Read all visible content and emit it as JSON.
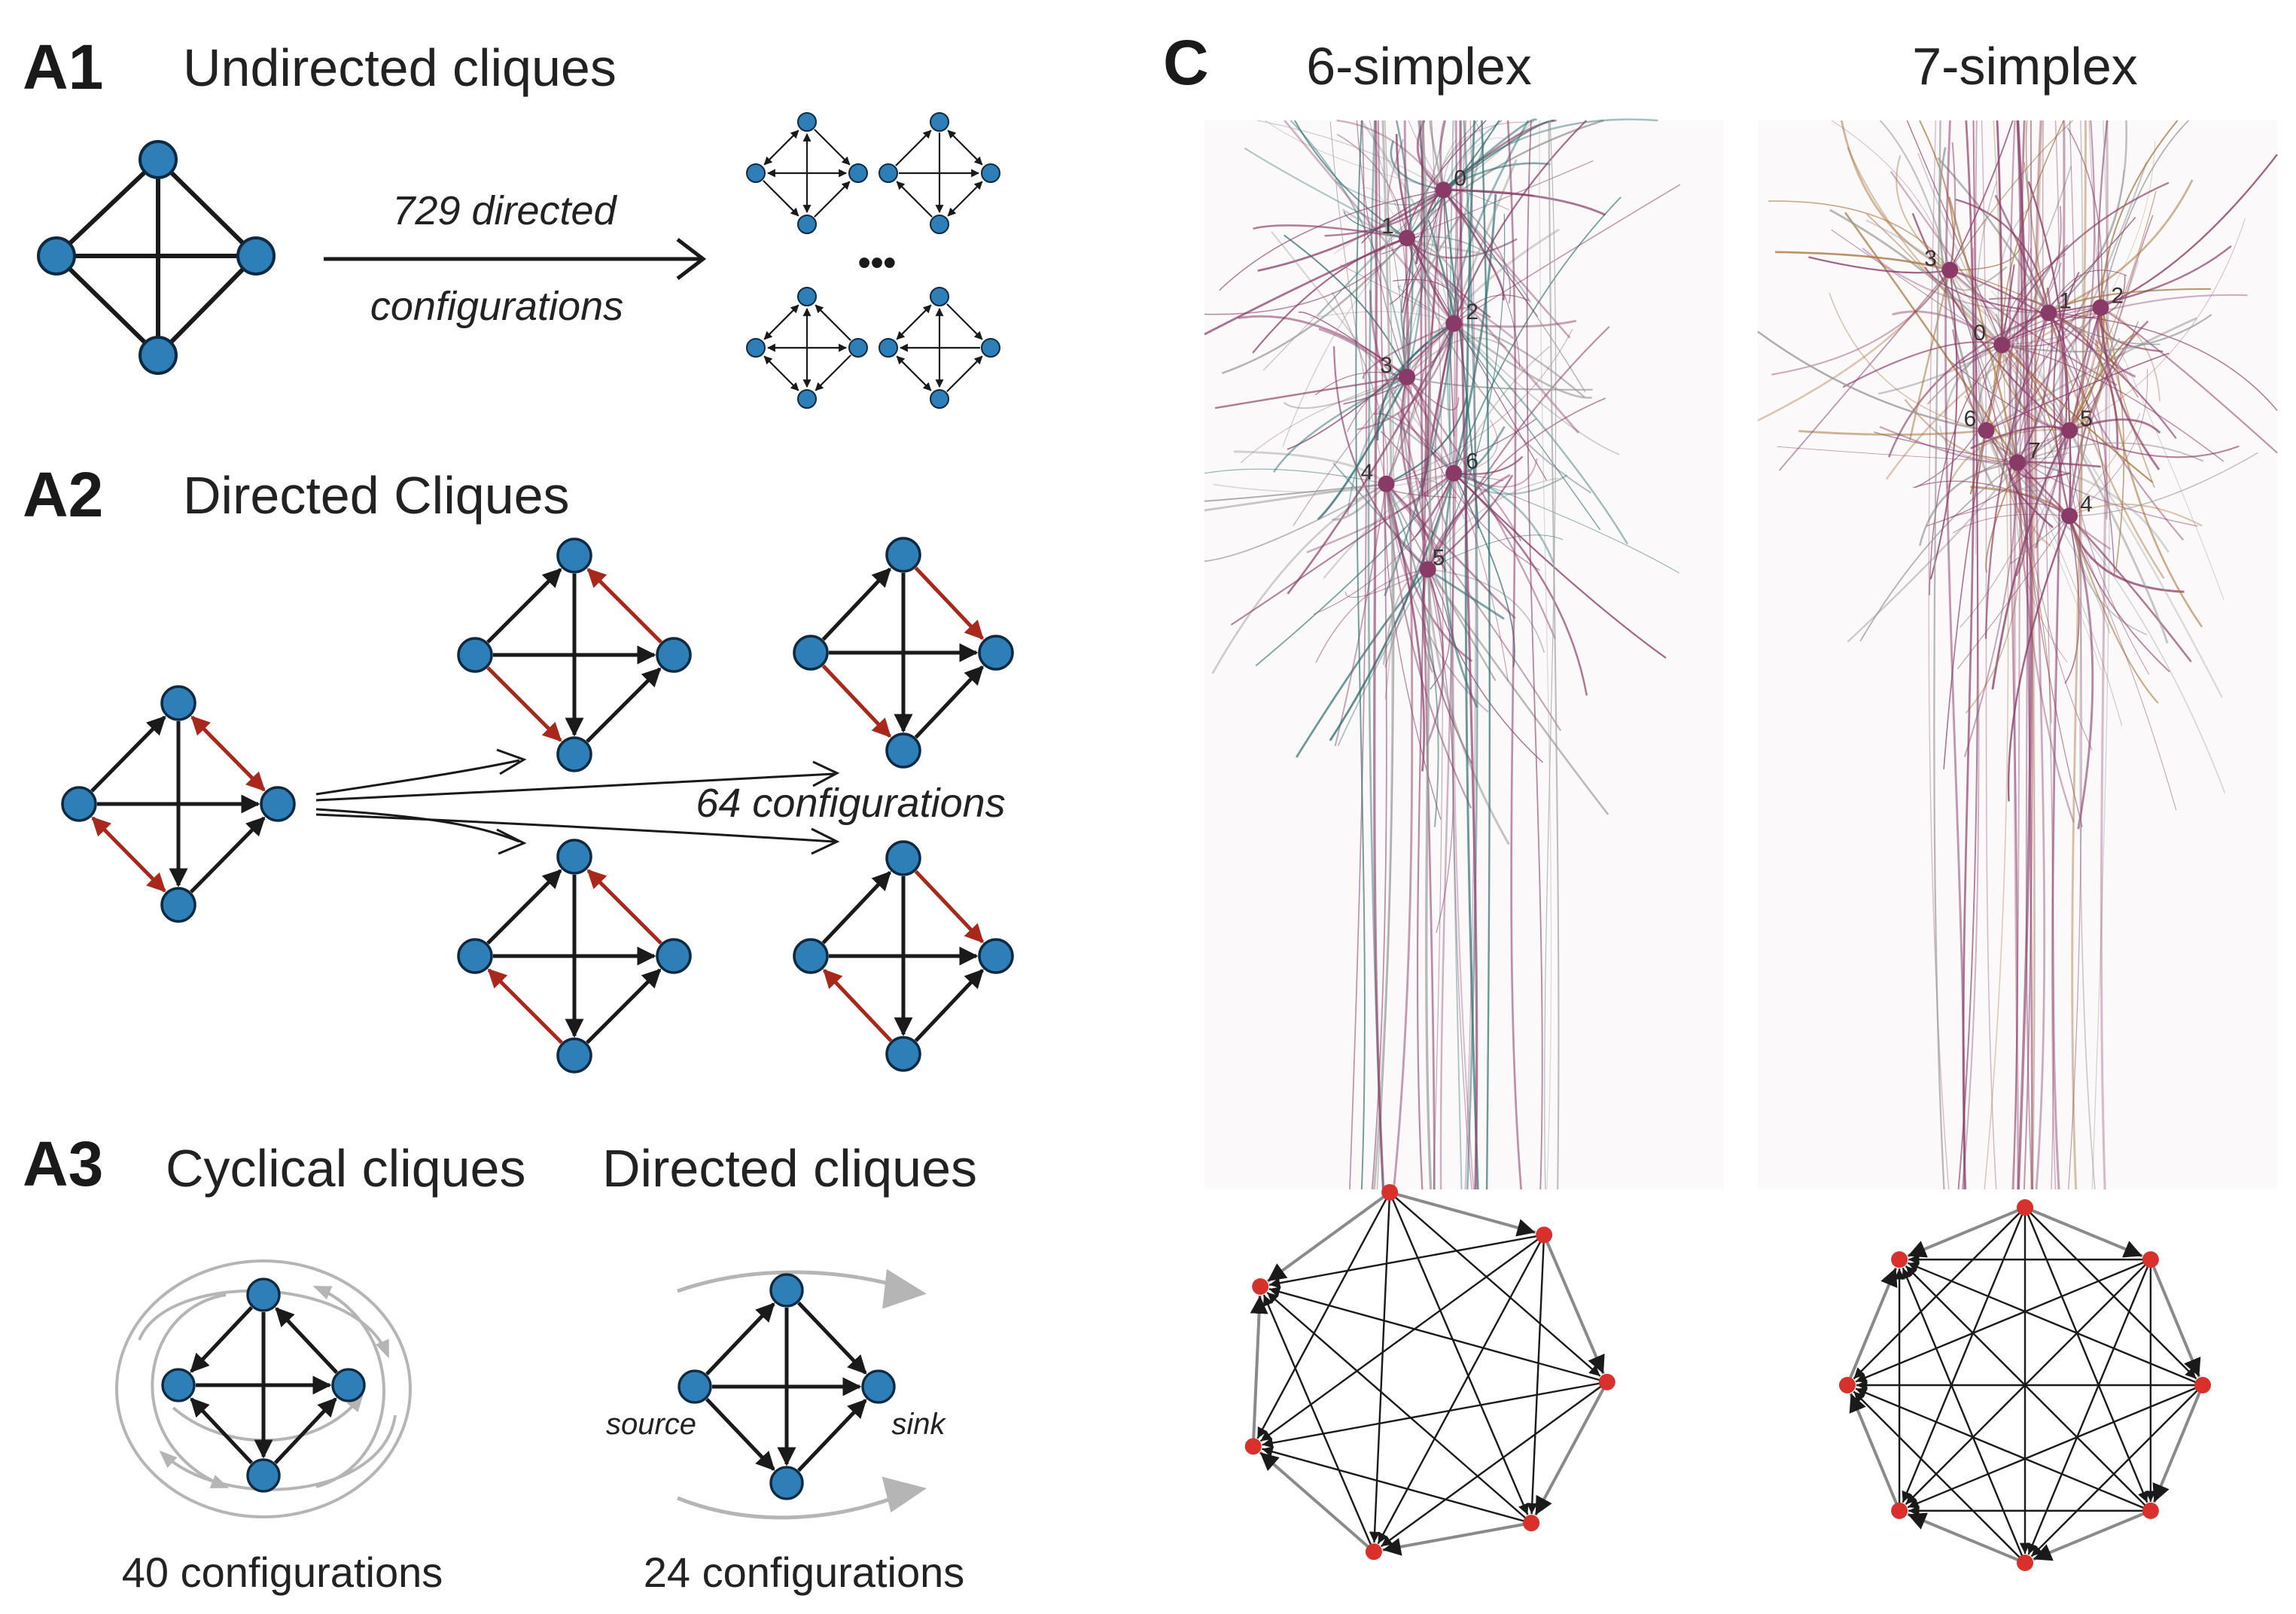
{
  "colors": {
    "node_blue": "#2e7fb8",
    "node_stroke": "#0d2a40",
    "edge_black": "#1a1a1a",
    "edge_red": "#a8281c",
    "cycle_gray": "#b5b5b5",
    "graph_node_red": "#d8302a",
    "neuron_purple": "#8a3a66",
    "neuron_teal": "#2f6f6f",
    "neuron_brown": "#a8743c"
  },
  "panel_a1": {
    "letter": "A1",
    "title": "Undirected cliques",
    "arrow_label_line1": "729 directed",
    "arrow_label_line2": "configurations",
    "ellipsis": "•••"
  },
  "panel_a2": {
    "letter": "A2",
    "title": "Directed Cliques",
    "configs_label": "64 configurations"
  },
  "panel_a3": {
    "letter": "A3",
    "title_left": "Cyclical cliques",
    "title_right": "Directed cliques",
    "source_label": "source",
    "sink_label": "sink",
    "left_count": "40 configurations",
    "right_count": "24 configurations"
  },
  "panel_c": {
    "letter": "C",
    "left_title": "6-simplex",
    "right_title": "7-simplex",
    "left_neurons": [
      "0",
      "1",
      "2",
      "3",
      "4",
      "6",
      "5"
    ],
    "right_neurons": [
      "3",
      "2",
      "1",
      "0",
      "6",
      "5",
      "7",
      "4"
    ]
  }
}
